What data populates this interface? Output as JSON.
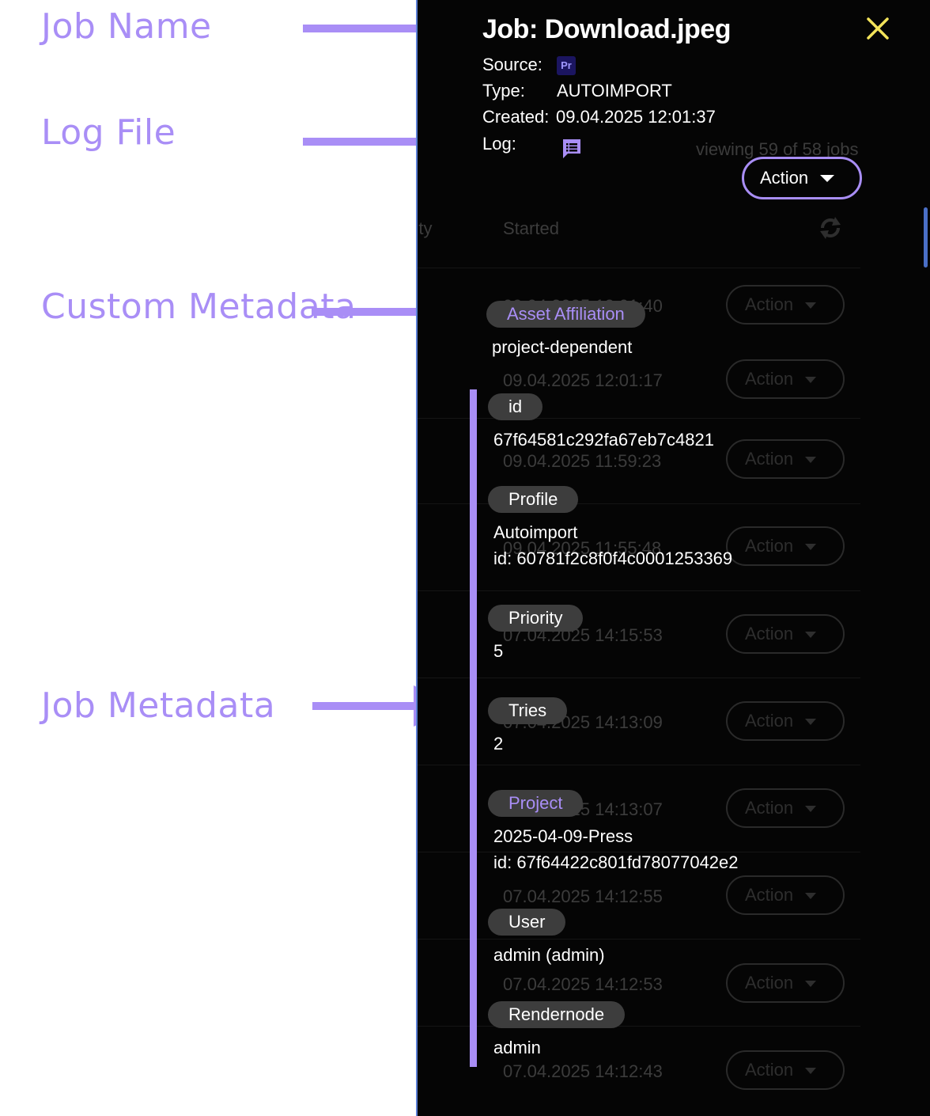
{
  "annotations": {
    "job_name": "Job Name",
    "log_file": "Log File",
    "custom_metadata": "Custom Metadata",
    "job_metadata": "Job Metadata"
  },
  "colors": {
    "accent": "#a98ef6",
    "close": "#f3e35a",
    "panel_bg": "#050505",
    "chip_bg": "#3d3d3d"
  },
  "job": {
    "title": "Job: Download.jpeg",
    "source_label": "Source:",
    "source_badge": "Pr",
    "type_label": "Type:",
    "type_value": "AUTOIMPORT",
    "created_label": "Created:",
    "created_value": "09.04.2025 12:01:37",
    "log_label": "Log:",
    "action_label": "Action",
    "close_icon": "close-icon",
    "log_icon": "message-list-icon"
  },
  "background_list": {
    "viewing": "viewing 59 of 58 jobs",
    "col_priority": "Priority",
    "col_started": "Started",
    "refresh_icon": "refresh-icon",
    "rows": [
      {
        "started": "09.04.2025 12:01:40",
        "action": "Action"
      },
      {
        "started": "09.04.2025 12:01:17",
        "action": "Action"
      },
      {
        "started": "09.04.2025 11:59:23",
        "action": "Action"
      },
      {
        "started": "09.04.2025 11:55:48",
        "action": "Action"
      },
      {
        "started": "07.04.2025 14:15:53",
        "action": "Action"
      },
      {
        "started": "07.04.2025 14:13:09",
        "action": "Action"
      },
      {
        "started": "07.04.2025 14:13:07",
        "action": "Action"
      },
      {
        "started": "07.04.2025 14:12:55",
        "action": "Action"
      },
      {
        "started": "07.04.2025 14:12:53",
        "action": "Action"
      },
      {
        "started": "07.04.2025 14:12:43",
        "action": "Action"
      }
    ]
  },
  "custom_metadata": {
    "label": "Asset Affiliation",
    "value": "project-dependent"
  },
  "job_metadata": {
    "id_label": "id",
    "id_value": "67f64581c292fa67eb7c4821",
    "profile_label": "Profile",
    "profile_value": "Autoimport",
    "profile_id": "id: 60781f2c8f0f4c0001253369",
    "priority_label": "Priority",
    "priority_value": "5",
    "tries_label": "Tries",
    "tries_value": "2",
    "project_label": "Project",
    "project_value": "2025-04-09-Press",
    "project_id": "id: 67f64422c801fd78077042e2",
    "user_label": "User",
    "user_value": "admin (admin)",
    "rendernode_label": "Rendernode",
    "rendernode_value": "admin"
  }
}
